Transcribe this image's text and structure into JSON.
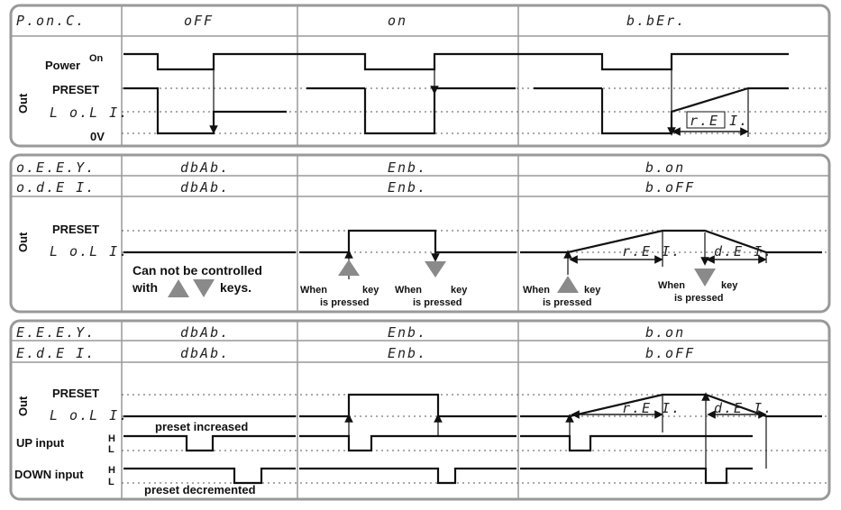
{
  "panel1": {
    "param": "P.on.C.",
    "options": [
      "oFF",
      "on",
      "b.bEr."
    ],
    "signals": {
      "power": "Power",
      "power_on": "On",
      "out": "Out",
      "preset": "PRESET",
      "lol": "L o.L  I.",
      "zero": "0V"
    },
    "rt": "r.E  I."
  },
  "panel2": {
    "rows": [
      {
        "param": "o.E.E.Y.",
        "values": [
          "dbAb.",
          "Enb.",
          "b.on"
        ]
      },
      {
        "param": "o.d.E  I.",
        "values": [
          "dbAb.",
          "Enb.",
          "b.oFF"
        ]
      }
    ],
    "signals": {
      "out": "Out",
      "preset": "PRESET",
      "lol": "L o.L  I."
    },
    "note_line1": "Can not be controlled",
    "note_with": "with",
    "note_keys": "keys.",
    "when": "When",
    "key": "key",
    "is_pressed": "is pressed",
    "rt": "r.E  I.",
    "dt": "d.E  I."
  },
  "panel3": {
    "rows": [
      {
        "param": "E.E.E.Y.",
        "values": [
          "dbAb.",
          "Enb.",
          "b.on"
        ]
      },
      {
        "param": "E.d.E  I.",
        "values": [
          "dbAb.",
          "Enb.",
          "b.oFF"
        ]
      }
    ],
    "signals": {
      "out": "Out",
      "preset": "PRESET",
      "lol": "L o.L  I.",
      "up": "UP input",
      "down": "DOWN input",
      "h": "H",
      "l": "L"
    },
    "preset_increased": "preset increased",
    "preset_decremented": "preset decremented",
    "rt": "r.E  I.",
    "dt": "d.E  I."
  }
}
